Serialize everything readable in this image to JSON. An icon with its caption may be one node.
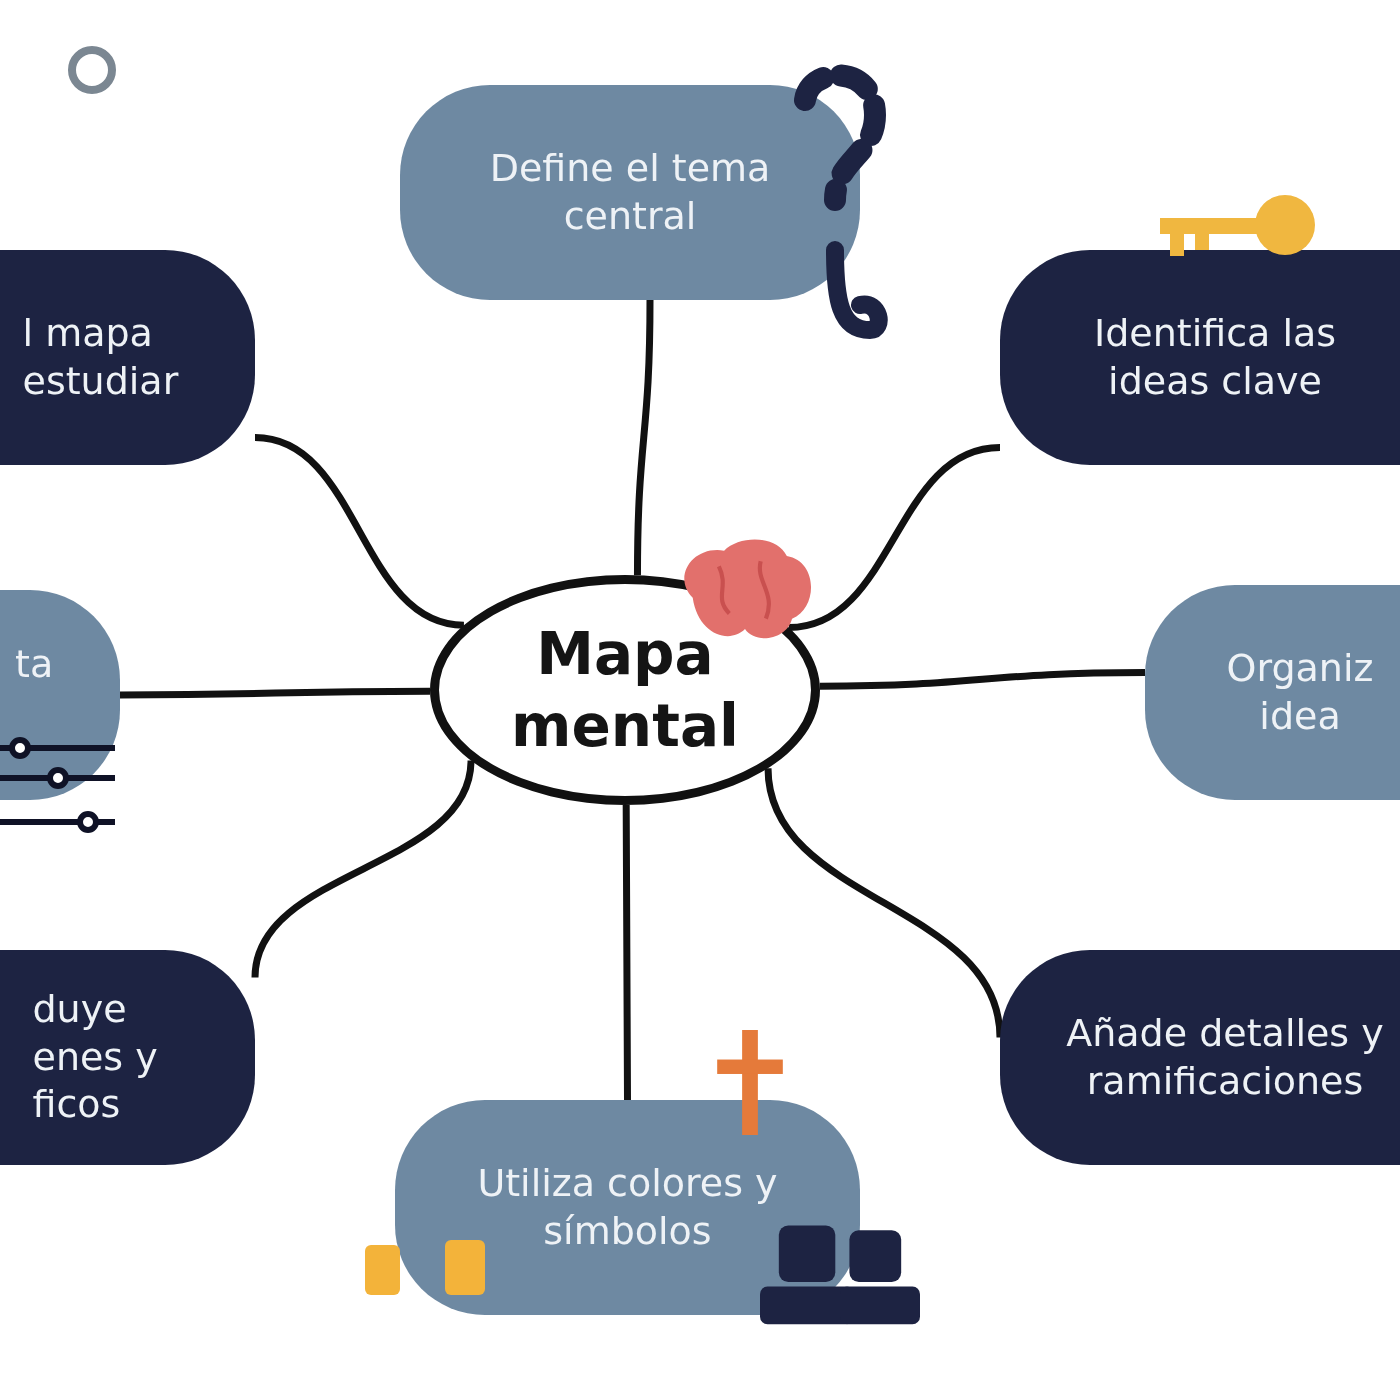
{
  "diagram": {
    "nodes": [
      {
        "text": [
          "Mapa mental"
        ]
      },
      {
        "text": [
          "Define el tema central"
        ]
      },
      {
        "text": [
          "Identifica las ideas clave"
        ]
      },
      {
        "text": [
          "Organiz idea"
        ]
      },
      {
        "text": [
          "Añade detalles y ramificaciones"
        ]
      },
      {
        "text": [
          "Utiliza colores y símbolos"
        ]
      },
      {
        "text": [
          "duye enes y ficos"
        ]
      },
      {
        "text": [
          "ta"
        ]
      },
      {
        "text": [
          "l mapa estudiar"
        ]
      }
    ],
    "edges": [
      {
        "from": 0,
        "to": 1,
        "arrow": "none"
      },
      {
        "from": 0,
        "to": 2,
        "arrow": "none"
      },
      {
        "from": 0,
        "to": 3,
        "arrow": "none"
      },
      {
        "from": 0,
        "to": 4,
        "arrow": "none"
      },
      {
        "from": 0,
        "to": 5,
        "arrow": "none"
      },
      {
        "from": 0,
        "to": 6,
        "arrow": "none"
      },
      {
        "from": 0,
        "to": 7,
        "arrow": "none"
      },
      {
        "from": 0,
        "to": 8,
        "arrow": "none"
      }
    ]
  }
}
